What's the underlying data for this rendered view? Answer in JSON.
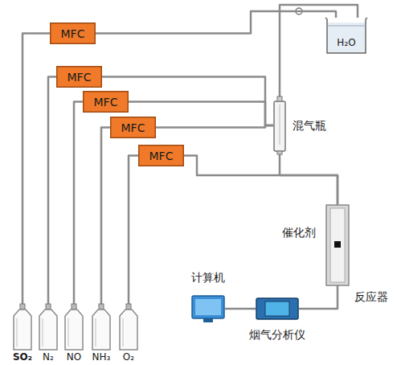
{
  "diagram": {
    "nodes": [
      {
        "text": [
          "MFC"
        ]
      },
      {
        "text": [
          "MFC"
        ]
      },
      {
        "text": [
          "MFC"
        ]
      },
      {
        "text": [
          "MFC"
        ]
      },
      {
        "text": [
          "MFC"
        ]
      },
      {
        "text": [
          "H₂O"
        ]
      },
      {
        "text": [
          "混气瓶"
        ]
      },
      {
        "text": [
          "催化剂",
          "反应器"
        ]
      },
      {
        "text": [
          "计算机"
        ]
      },
      {
        "text": [
          "烟气分析仪"
        ]
      },
      {
        "text": [
          "SO₂"
        ]
      },
      {
        "text": [
          "N₂"
        ]
      },
      {
        "text": [
          "NO"
        ]
      },
      {
        "text": [
          "NH₃"
        ]
      },
      {
        "text": [
          "O₂"
        ]
      }
    ],
    "edges": [
      {
        "from": 10,
        "to": 0,
        "arrow": "none"
      },
      {
        "from": 11,
        "to": 1,
        "arrow": "none"
      },
      {
        "from": 12,
        "to": 2,
        "arrow": "none"
      },
      {
        "from": 13,
        "to": 3,
        "arrow": "none"
      },
      {
        "from": 14,
        "to": 4,
        "arrow": "none"
      },
      {
        "from": 0,
        "to": 5,
        "arrow": "none"
      },
      {
        "from": 5,
        "to": 6,
        "arrow": "none"
      },
      {
        "from": 1,
        "to": 6,
        "arrow": "none"
      },
      {
        "from": 2,
        "to": 6,
        "arrow": "none"
      },
      {
        "from": 3,
        "to": 6,
        "arrow": "none"
      },
      {
        "from": 6,
        "to": 7,
        "arrow": "none"
      },
      {
        "from": 4,
        "to": 7,
        "arrow": "none"
      },
      {
        "from": 7,
        "to": 9,
        "arrow": "none"
      },
      {
        "from": 9,
        "to": 8,
        "arrow": "none"
      }
    ]
  }
}
